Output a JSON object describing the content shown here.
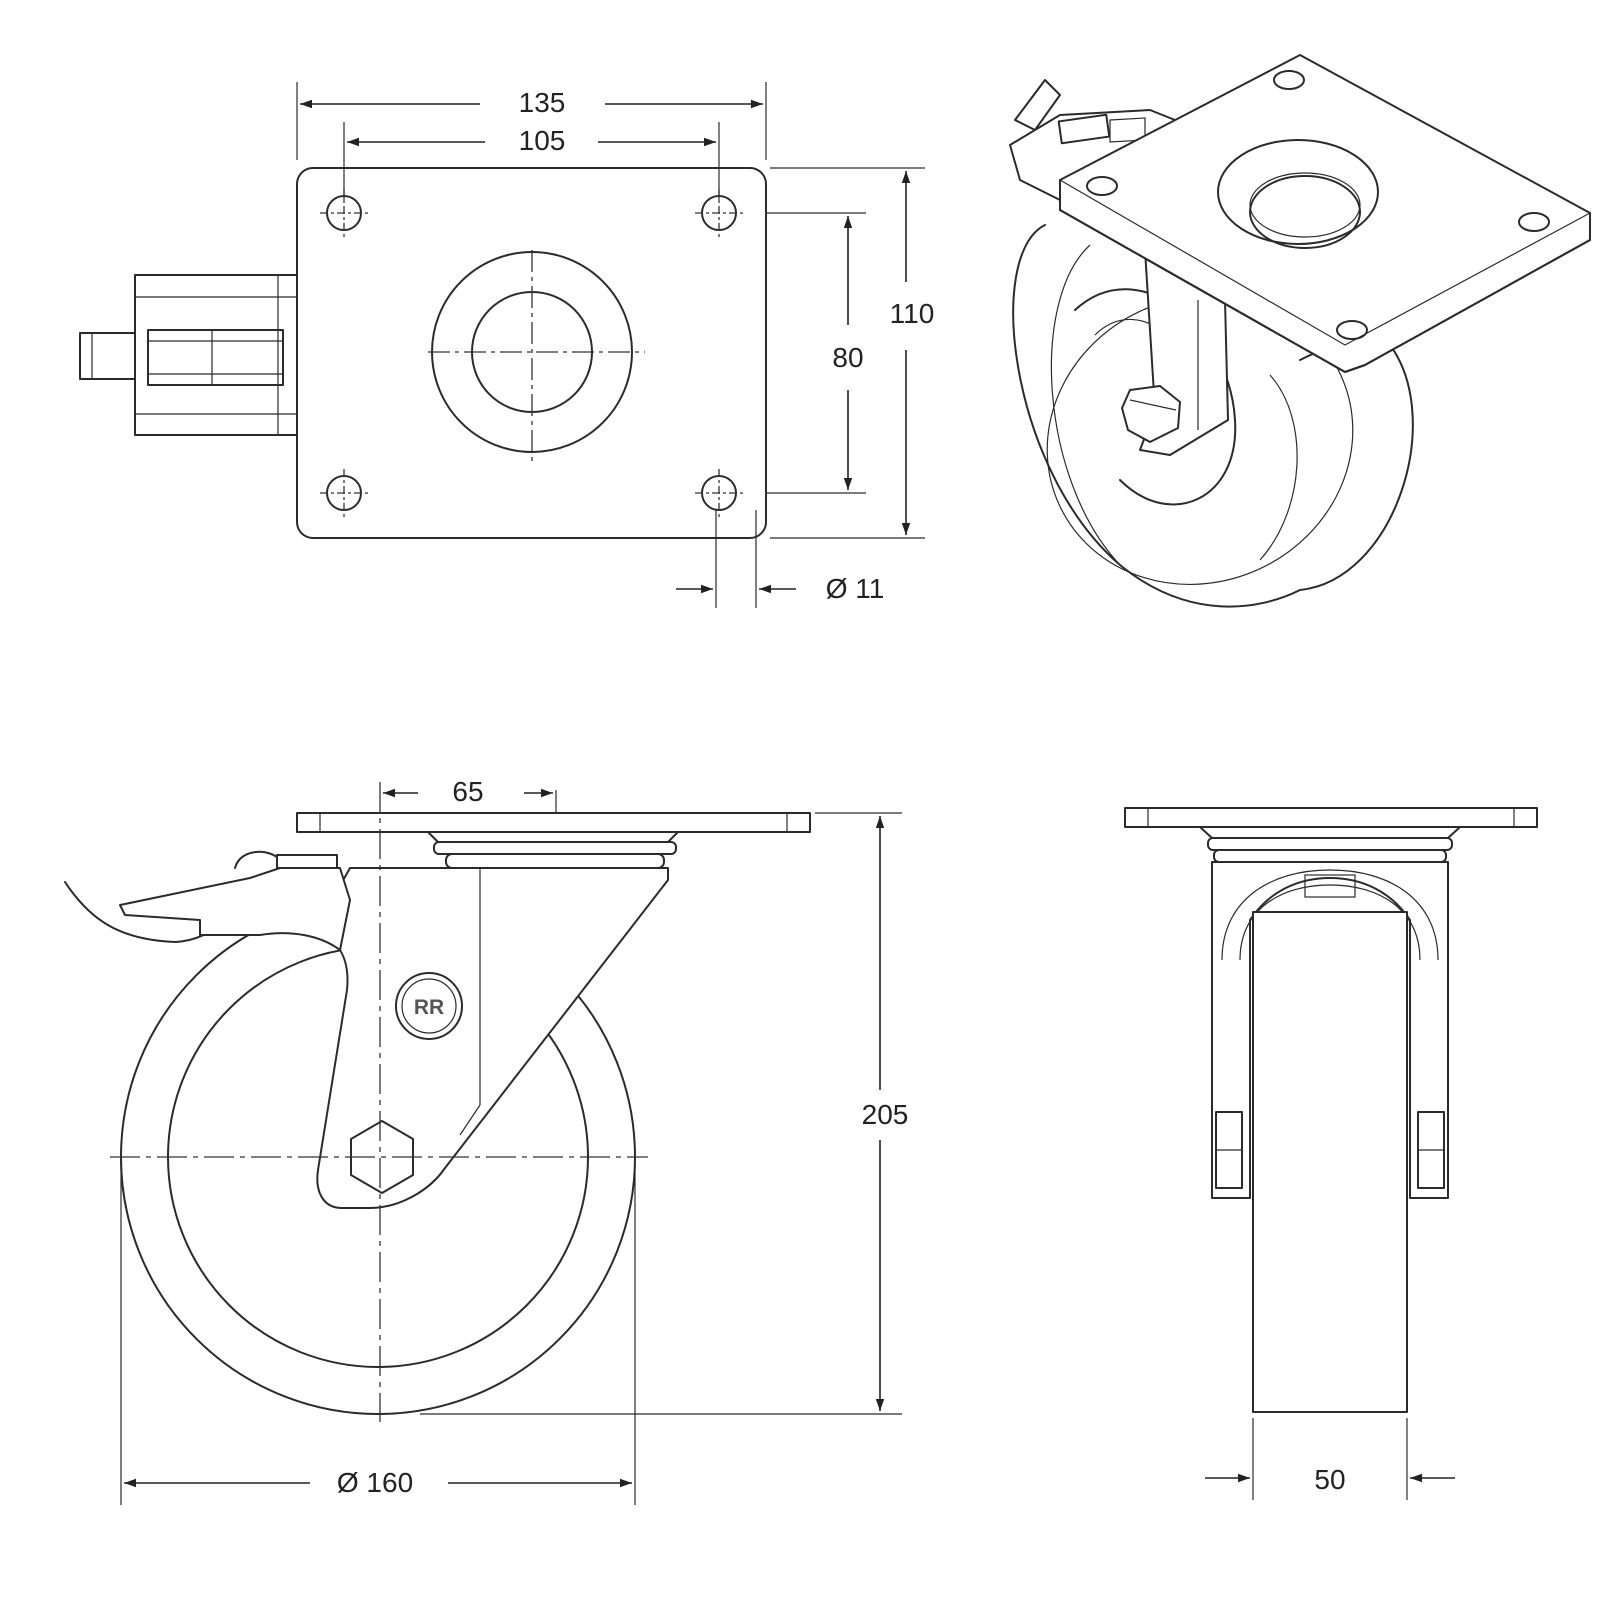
{
  "dimensions": {
    "top_view": {
      "overall_width": "135",
      "hole_spacing_x": "105",
      "hole_spacing_y": "80",
      "overall_height": "110",
      "hole_diameter": "Ø 11"
    },
    "side_view": {
      "offset": "65",
      "overall_height": "205",
      "wheel_diameter": "Ø 160"
    },
    "front_view": {
      "wheel_width": "50"
    }
  },
  "logo": {
    "text": "RR"
  },
  "colors": {
    "line": "#2b2b2b",
    "background": "#ffffff"
  }
}
